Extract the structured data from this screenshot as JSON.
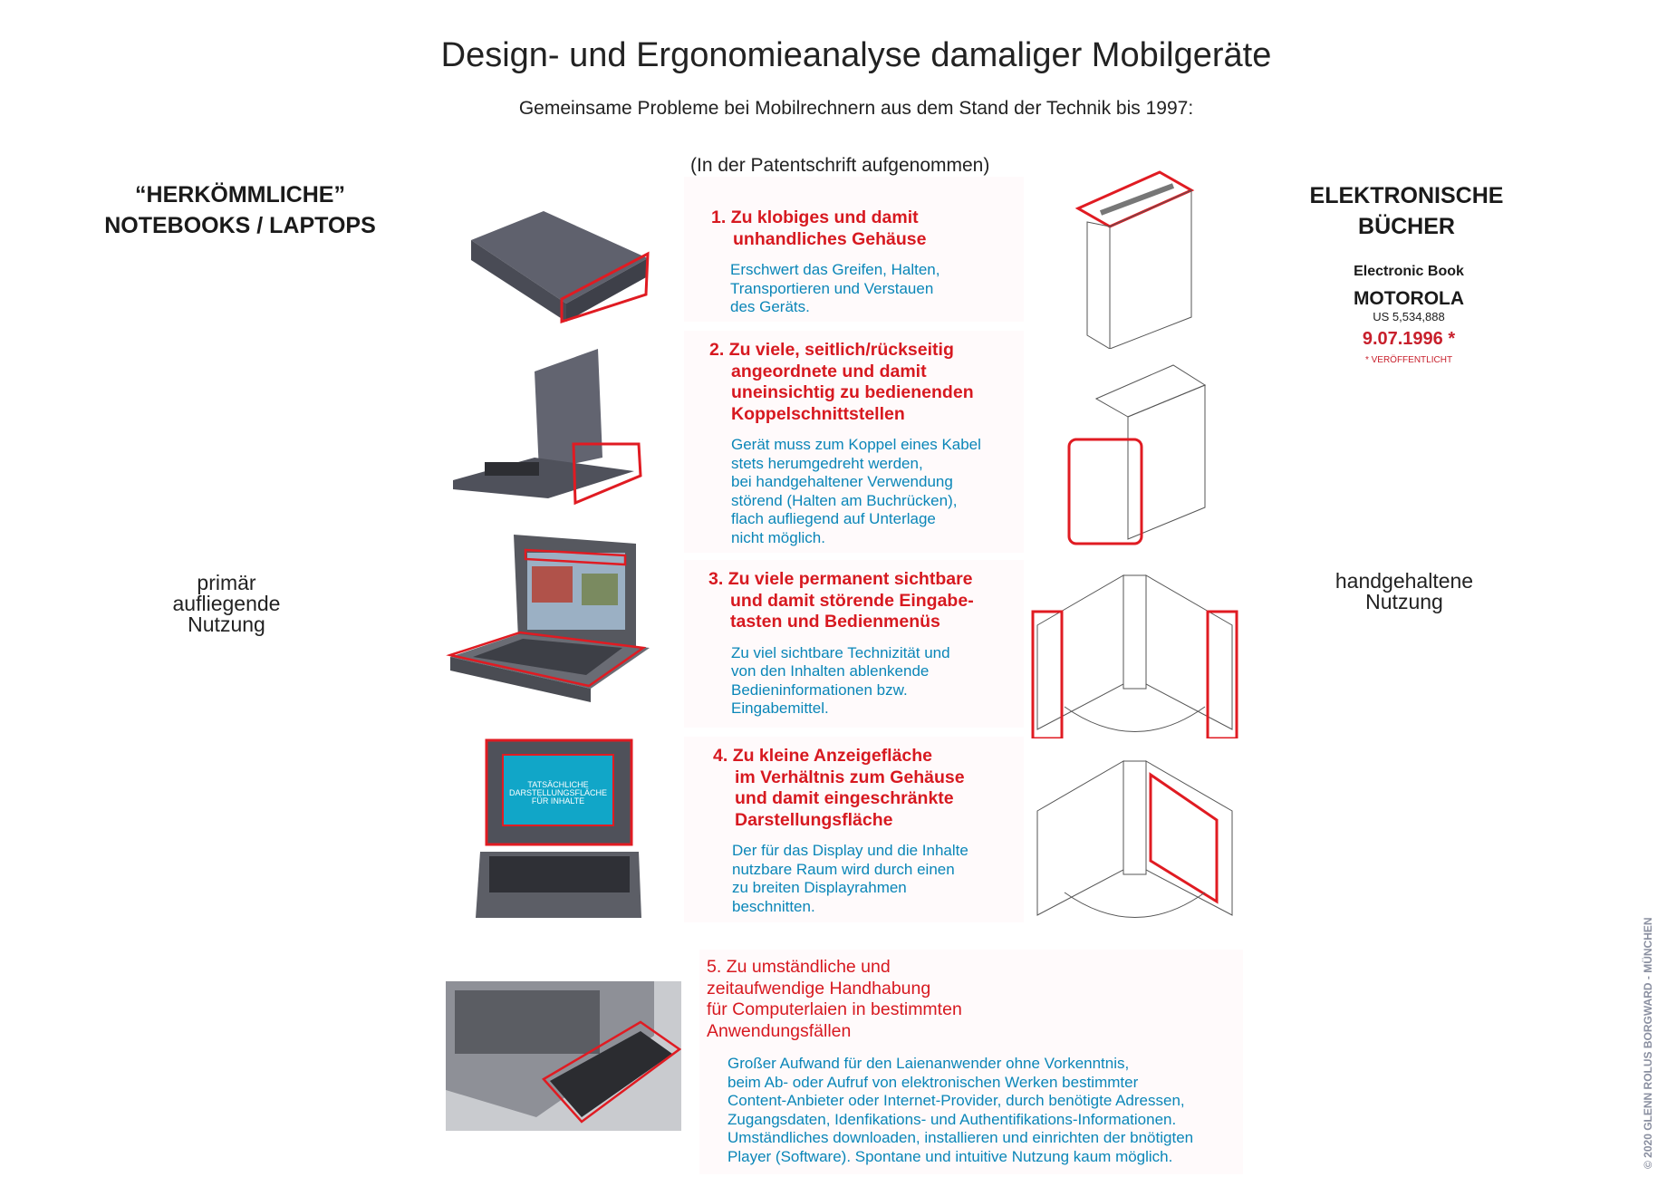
{
  "title": "Design- und Ergonomieanalyse damaliger Mobilgeräte",
  "subtitle": "Gemeinsame Probleme bei Mobilrechnern aus dem Stand der Technik bis 1997:",
  "note": "(In der Patentschrift aufgenommen)",
  "left": {
    "header": [
      "“HERKÖMMLICHE”",
      "NOTEBOOKS / LAPTOPS"
    ],
    "usage": [
      "primär",
      "aufliegende",
      "Nutzung"
    ],
    "screen_label": [
      "TATSÄCHLICHE",
      "DARSTELLUNGSFLÄCHE",
      "FÜR INHALTE"
    ]
  },
  "right": {
    "header": [
      "ELEKTRONISCHE",
      "BÜCHER"
    ],
    "device": "Electronic Book",
    "maker": "MOTOROLA",
    "patent": "US 5,534,888",
    "date": "9.07.1996 *",
    "footnote": "* VERÖFFENTLICHT",
    "usage": [
      "handgehaltene",
      "Nutzung"
    ]
  },
  "problems": [
    {
      "num": "1.",
      "heading": [
        "Zu klobiges  und damit",
        "unhandliches Gehäuse"
      ],
      "desc": [
        "Erschwert das Greifen, Halten,",
        "Transportieren und Verstauen",
        "des Geräts."
      ]
    },
    {
      "num": "2.",
      "heading": [
        "Zu viele, seitlich/rückseitig",
        "angeordnete und damit",
        "uneinsichtig zu bedienenden",
        "Koppelschnittstellen"
      ],
      "desc": [
        "Gerät muss zum Koppel eines Kabel",
        "stets herumgedreht werden,",
        "bei handgehaltener Verwendung",
        "störend (Halten am Buchrücken),",
        "flach aufliegend auf Unterlage",
        "nicht möglich."
      ]
    },
    {
      "num": "3.",
      "heading": [
        "Zu viele permanent sichtbare",
        "und damit störende Eingabe-",
        "tasten und Bedienmenüs"
      ],
      "desc": [
        "Zu viel sichtbare Technizität und",
        "von den Inhalten ablenkende",
        "Bedieninformationen bzw.",
        "Eingabemittel."
      ]
    },
    {
      "num": "4.",
      "heading": [
        "Zu kleine Anzeigefläche",
        "im Verhältnis zum Gehäuse",
        "und damit eingeschränkte",
        "Darstellungsfläche"
      ],
      "desc": [
        "Der für das Display und die Inhalte",
        "nutzbare Raum wird durch einen",
        "zu breiten Displayrahmen",
        "beschnitten."
      ]
    },
    {
      "num": "5.",
      "heading": [
        "Zu umständliche und",
        "zeitaufwendige Handhabung",
        "für Computerlaien in bestimmten",
        "Anwendungsfällen"
      ],
      "desc": [
        "Großer Aufwand für den Laienanwender ohne Vorkenntnis,",
        "beim Ab- oder Aufruf  von elektronischen Werken bestimmter",
        "Content-Anbieter oder Internet-Provider, durch benötigte Adressen,",
        "Zugangsdaten,  Idenfikations- und Authentifikations-Informationen.",
        "Umständliches  downloaden, installieren und einrichten der bnötigten",
        "Player (Software).  Spontane und intuitive Nutzung kaum möglich."
      ]
    }
  ],
  "copyright": "© 2020 GLENN ROLUS BORGWARD - MÜNCHEN",
  "colors": {
    "heading": "#d71920",
    "description": "#0a86b8",
    "device": "#5a5c66"
  }
}
